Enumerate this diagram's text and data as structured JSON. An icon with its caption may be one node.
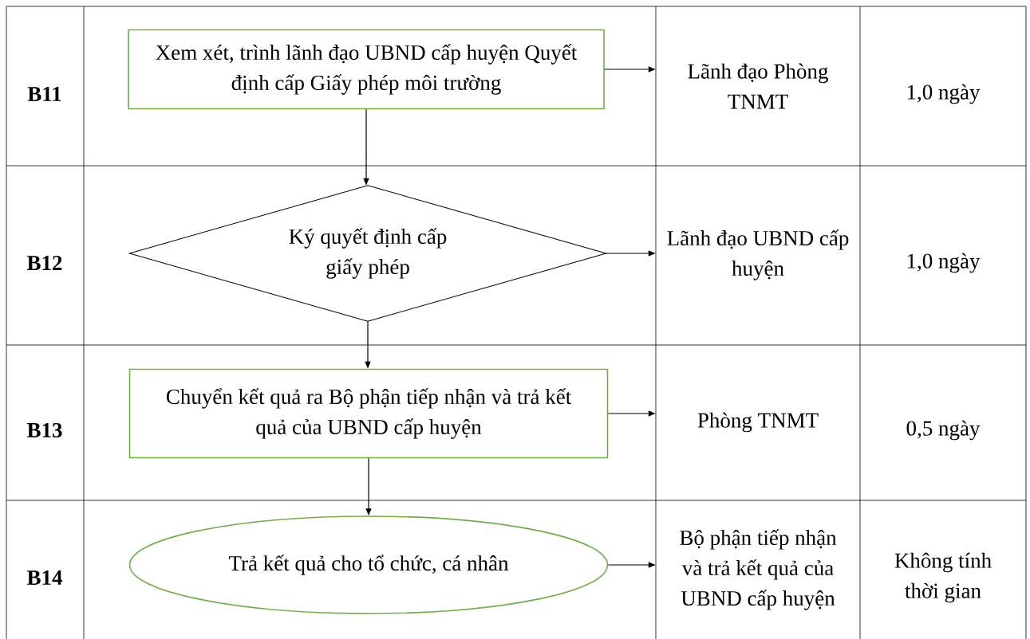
{
  "diagram": {
    "nodes": [
      {
        "text": [
          "Xem xét, trình lãnh đạo UBND cấp huyện Quyết định cấp Giấy phép môi trường"
        ]
      },
      {
        "text": [
          "Lãnh đạo Phòng TNMT"
        ]
      },
      {
        "text": [
          "Ký quyết định cấp giấy phép"
        ]
      },
      {
        "text": [
          "Lãnh đạo UBND cấp huyện"
        ]
      },
      {
        "text": [
          "Chuyển kết quả ra Bộ phận tiếp nhận và trả kết quả của UBND cấp huyện"
        ]
      },
      {
        "text": [
          "Phòng TNMT"
        ]
      },
      {
        "text": [
          "Trả kết quả cho tổ chức, cá nhân"
        ]
      },
      {
        "text": [
          "Bộ phận tiếp nhận và trả kết quả của UBND cấp huyện"
        ]
      }
    ],
    "edges": [
      {
        "from": 0,
        "to": 1,
        "arrow": "to"
      },
      {
        "from": 0,
        "to": 2,
        "arrow": "to"
      },
      {
        "from": 2,
        "to": 3,
        "arrow": "to"
      },
      {
        "from": 2,
        "to": 4,
        "arrow": "to"
      },
      {
        "from": 4,
        "to": 5,
        "arrow": "to"
      },
      {
        "from": 4,
        "to": 6,
        "arrow": "to"
      },
      {
        "from": 6,
        "to": 7,
        "arrow": "to"
      }
    ],
    "labels": [
      "B11",
      "1,0 ngày",
      "B12",
      "1,0 ngày",
      "B13",
      "0,5 ngày",
      "B14",
      "Không tính thời gian"
    ]
  }
}
